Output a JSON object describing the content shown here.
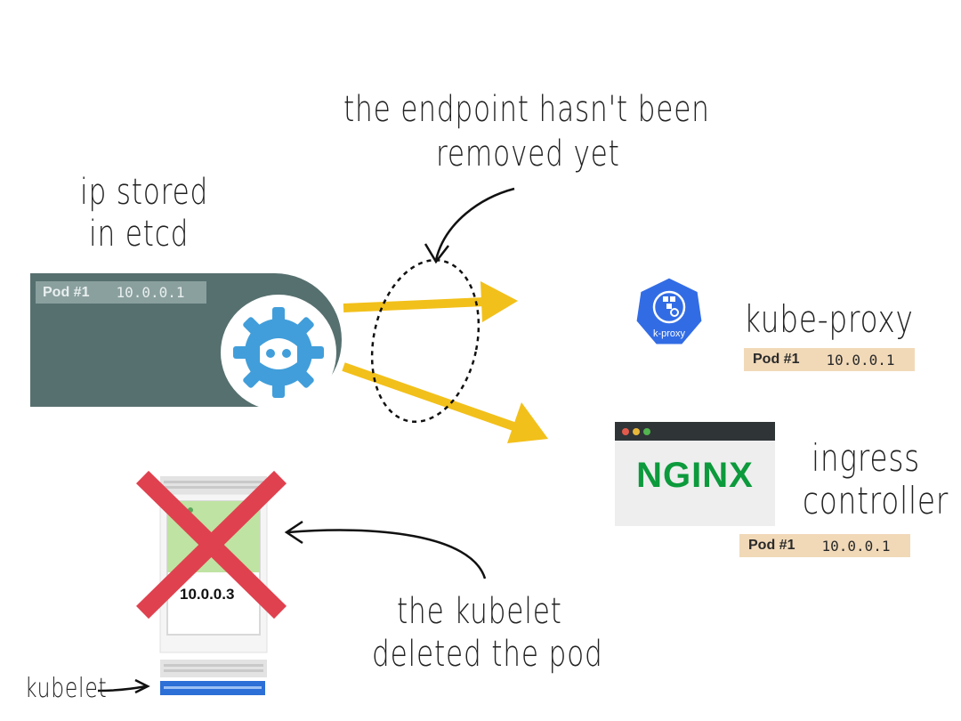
{
  "annotations": {
    "endpoint_note": [
      "the endpoint hasn't been",
      "removed yet"
    ],
    "ip_note": [
      "ip stored",
      "in etcd"
    ],
    "kubelet_note": [
      "the kubelet",
      "deleted the pod"
    ],
    "kubelet_label": "kubelet"
  },
  "etcd": {
    "pod_name": "Pod #1",
    "pod_ip": "10.0.0.1",
    "icon": "etcd-logo-icon"
  },
  "kube_proxy": {
    "label": "kube-proxy",
    "logo_text": "k-proxy",
    "pod_name": "Pod #1",
    "pod_ip": "10.0.0.1"
  },
  "ingress": {
    "label": [
      "ingress",
      "controller"
    ],
    "logo_text": "NGINX",
    "pod_name": "Pod #1",
    "pod_ip": "10.0.0.1"
  },
  "node": {
    "pod_ip": "10.0.0.3",
    "status_icon": "red-x-icon"
  },
  "colors": {
    "etcd_bar": "#56706f",
    "etcd_blue": "#419eda",
    "arrow_yellow": "#f2c01a",
    "tag_bg": "#f1d9b8",
    "k8s_blue": "#326ce5",
    "nginx_green": "#0c9a3c",
    "cross_red": "#e0414f",
    "pod_green": "#bfe3a2"
  }
}
